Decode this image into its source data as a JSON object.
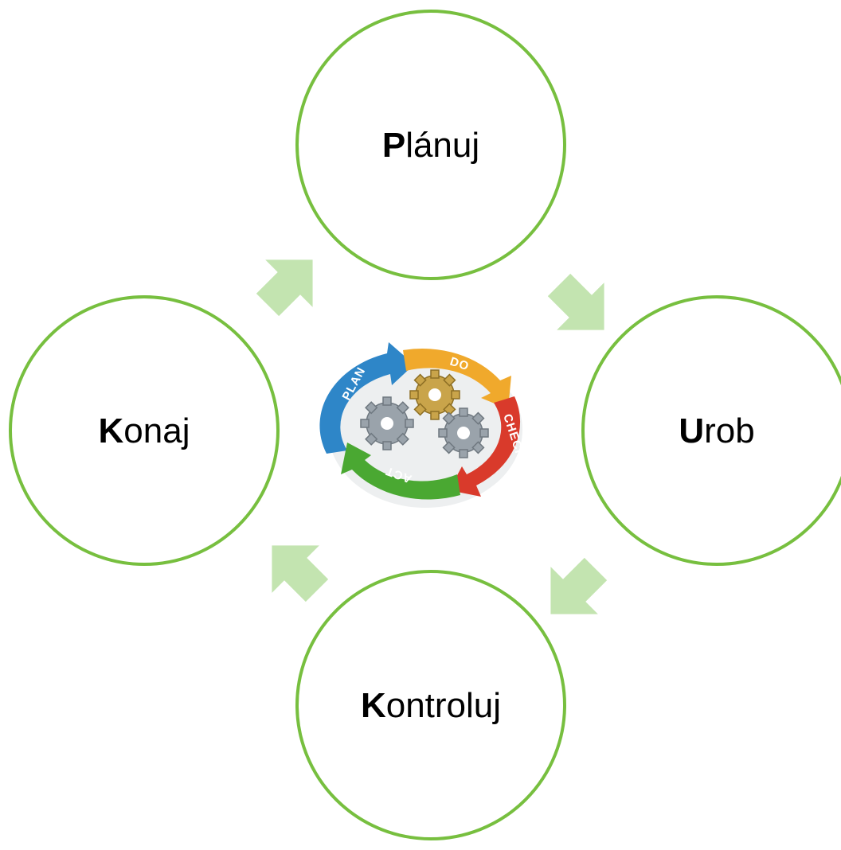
{
  "colors": {
    "circle_stroke": "#77bf3f",
    "arrow_fill": "#c3e4b0",
    "plan": "#2e86c8",
    "do": "#f0a92c",
    "check": "#d93a2b",
    "act": "#4aa832"
  },
  "nodes": [
    {
      "id": "planuj",
      "initial": "P",
      "rest": "lánuj"
    },
    {
      "id": "urob",
      "initial": "U",
      "rest": "rob"
    },
    {
      "id": "kontroluj",
      "initial": "K",
      "rest": "ontroluj"
    },
    {
      "id": "konaj",
      "initial": "K",
      "rest": "onaj"
    }
  ],
  "center_icon": {
    "name": "pdca-cycle-gears-icon",
    "segments": [
      {
        "id": "plan",
        "label": "PLAN"
      },
      {
        "id": "do",
        "label": "DO"
      },
      {
        "id": "check",
        "label": "CHECK"
      },
      {
        "id": "act",
        "label": "ACT"
      }
    ]
  }
}
